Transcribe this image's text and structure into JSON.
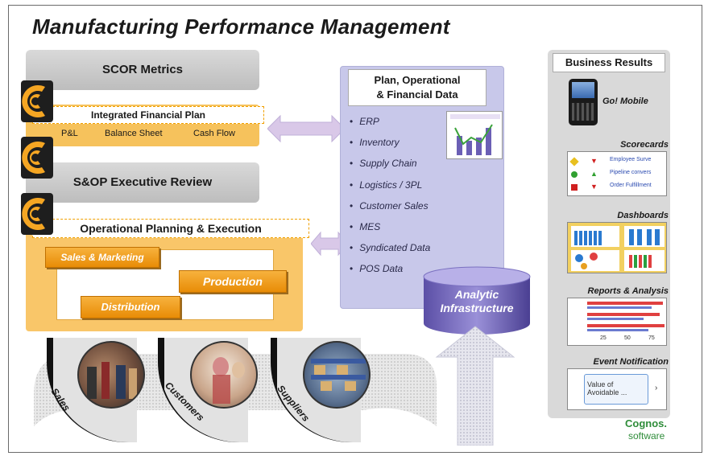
{
  "title": "Manufacturing Performance Management",
  "left": {
    "scor_metrics": "SCOR Metrics",
    "integrated_financial_plan": {
      "title": "Integrated Financial Plan",
      "items": [
        "P&L",
        "Balance Sheet",
        "Cash Flow"
      ]
    },
    "sop_review": "S&OP Executive Review",
    "operational": {
      "title": "Operational Planning & Execution",
      "sales_marketing": "Sales & Marketing",
      "production": "Production",
      "distribution": "Distribution"
    }
  },
  "center": {
    "title_line1": "Plan,  Operational",
    "title_line2": "& Financial Data",
    "items": [
      "ERP",
      "Inventory",
      "Supply Chain",
      "Logistics / 3PL",
      "Customer Sales",
      "MES",
      "Syndicated Data",
      "POS Data"
    ],
    "cylinder_line1": "Analytic",
    "cylinder_line2": "Infrastructure"
  },
  "right": {
    "title": "Business Results",
    "go_mobile": "Go! Mobile",
    "scorecards": "Scorecards",
    "scorecard_rows": [
      "Employee Surve",
      "Pipeline convers",
      "Order Fulfillment"
    ],
    "dashboards": "Dashboards",
    "reports": "Reports & Analysis",
    "report_axis": [
      "25",
      "50",
      "75"
    ],
    "event_notification": "Event Notification",
    "event_text_line1": "Value of",
    "event_text_line2": "Avoidable ..."
  },
  "bottom": {
    "sales": "Sales",
    "customers": "Customers",
    "suppliers": "Suppliers"
  },
  "brand": {
    "line1": "Cognos.",
    "line2": "software"
  },
  "colors": {
    "orange": "#f9c669",
    "tag_orange": "#e88c06",
    "lavender": "#c8c8ea",
    "grey": "#bdbdbd",
    "cognos_green": "#2f8d3a"
  }
}
